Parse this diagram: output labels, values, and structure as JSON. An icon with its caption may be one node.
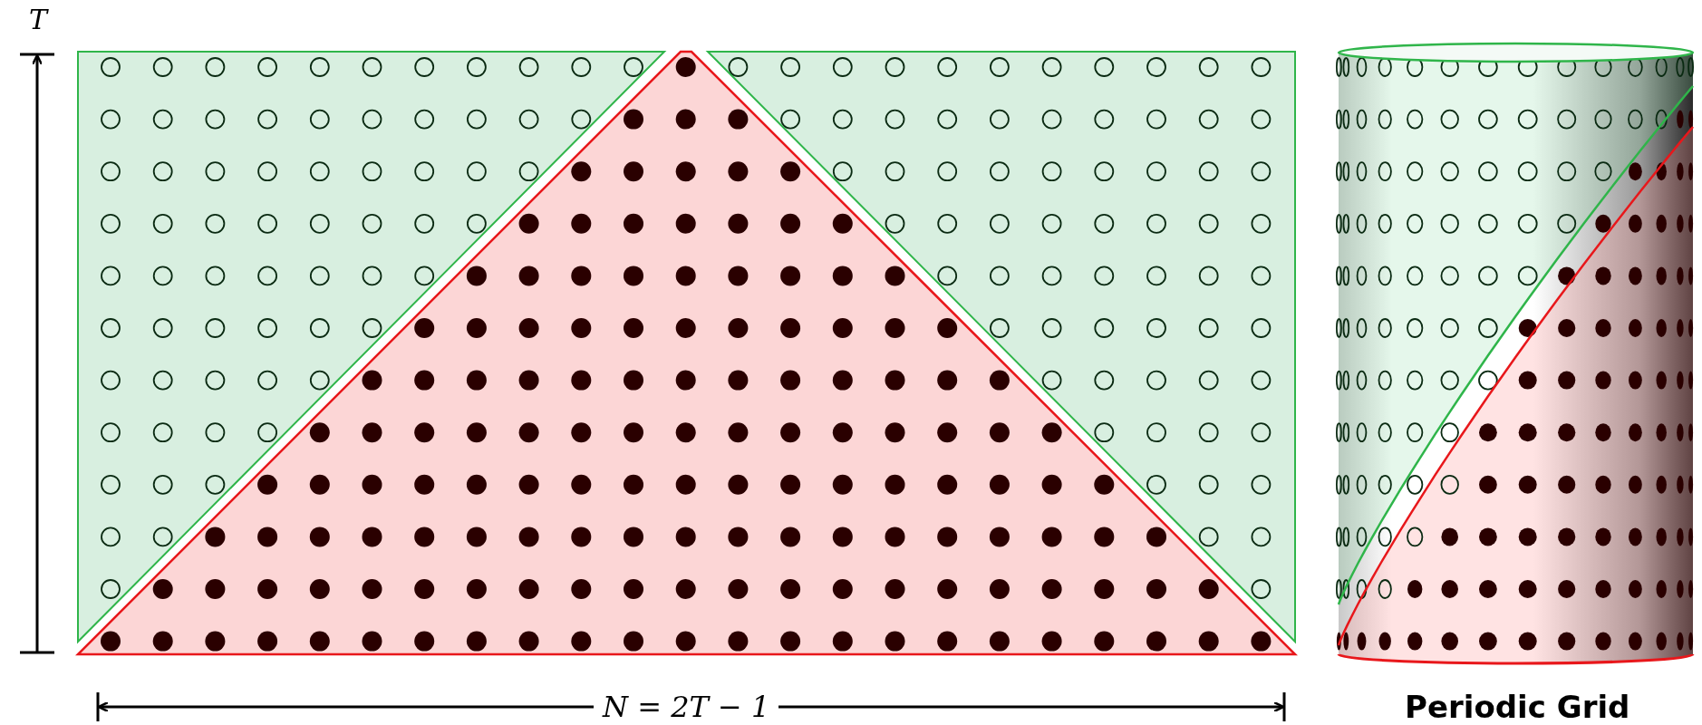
{
  "diagram": {
    "labels": [
      "T",
      "N = 2T − 1",
      "Periodic Grid"
    ]
  }
}
